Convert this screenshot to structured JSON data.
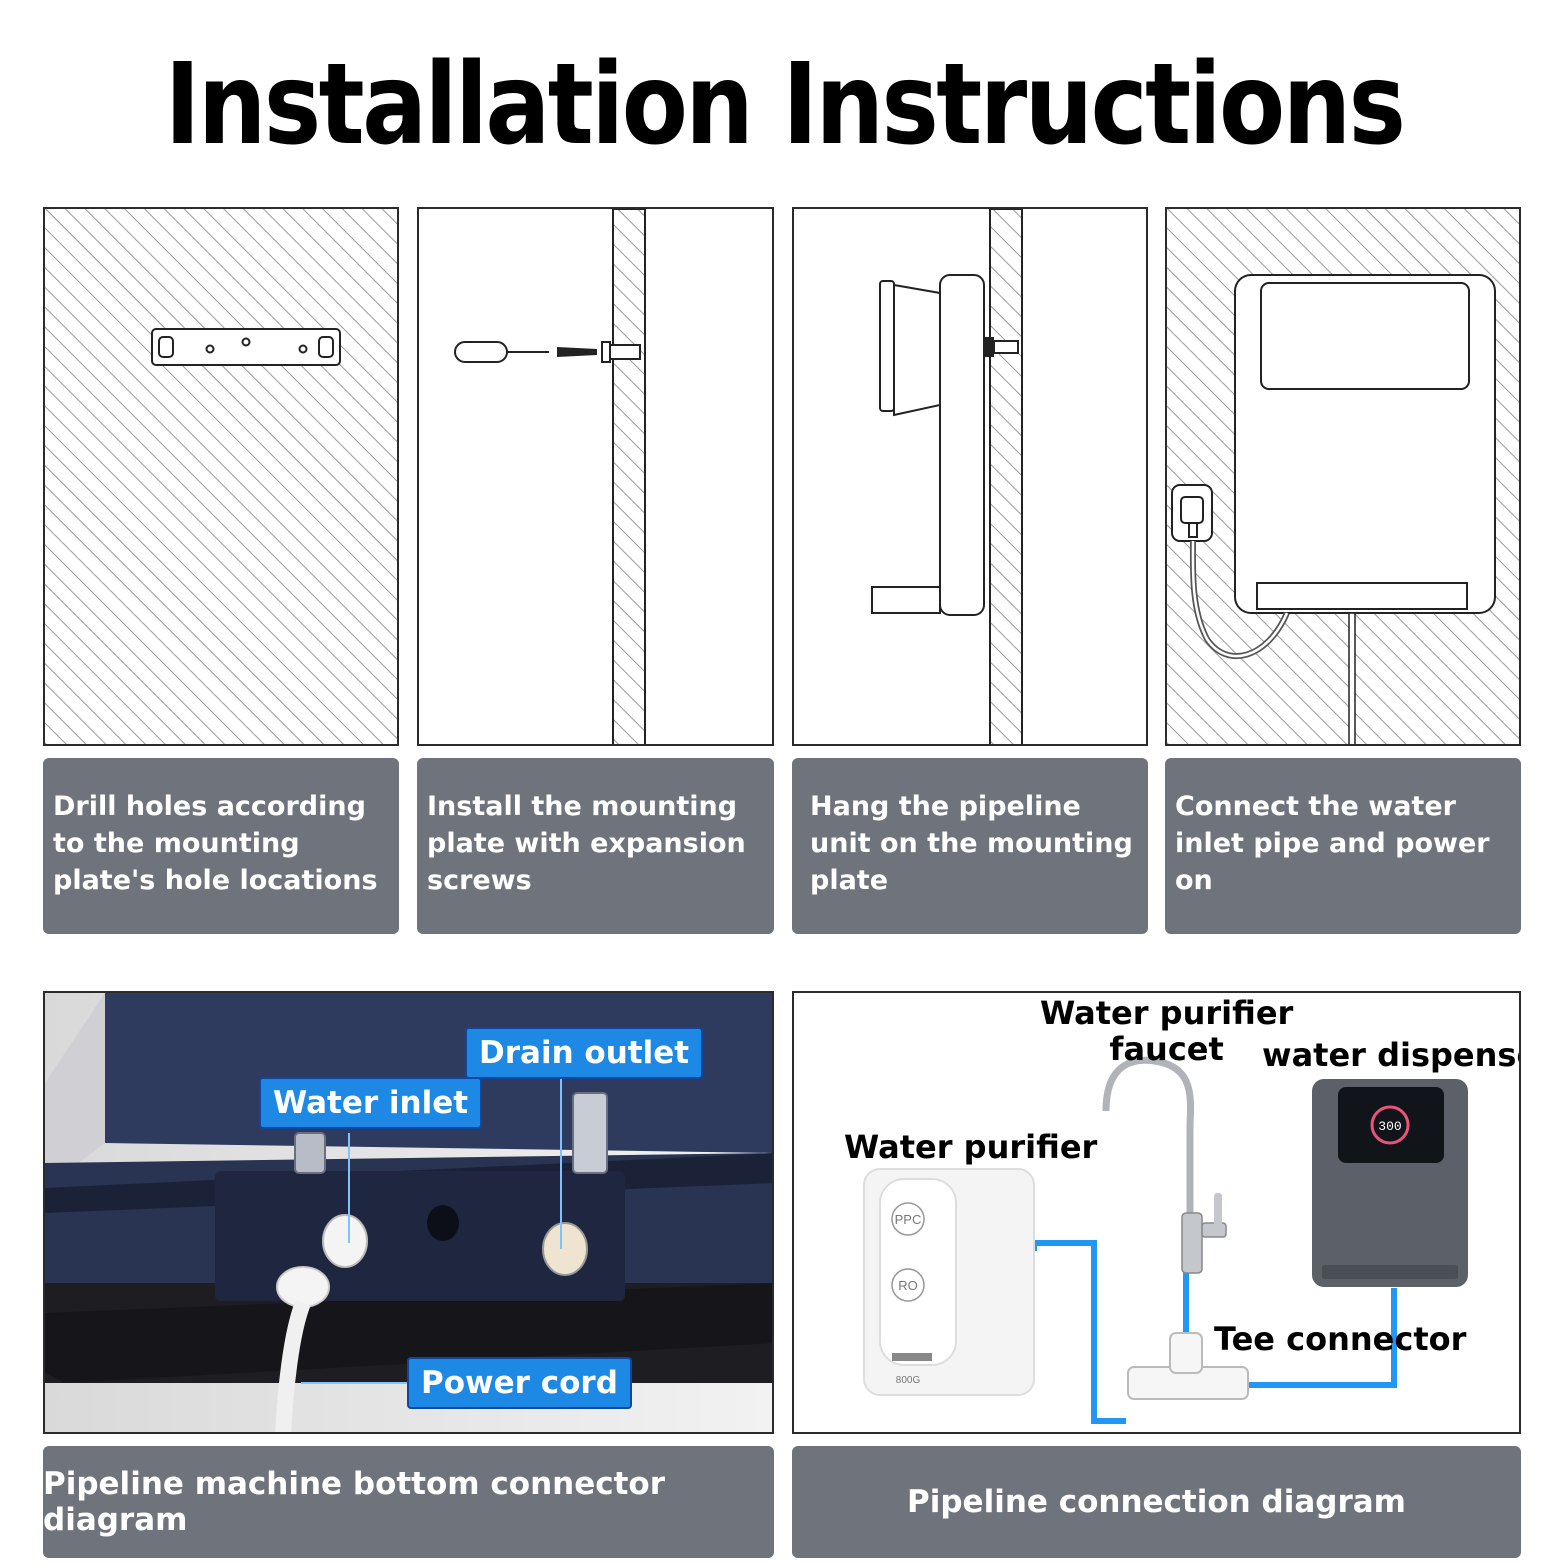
{
  "title": "Installation Instructions",
  "steps": [
    {
      "caption": "Drill holes according to the mounting plate's hole locations"
    },
    {
      "caption": "Install the mounting plate with expansion screws"
    },
    {
      "caption": "Hang the pipeline unit on the mounting plate"
    },
    {
      "caption": "Connect the water inlet pipe and power on"
    }
  ],
  "bottom_left": {
    "caption": "Pipeline machine bottom connector diagram",
    "labels": {
      "water_inlet": "Water inlet",
      "drain_outlet": "Drain outlet",
      "power_cord": "Power cord"
    }
  },
  "bottom_right": {
    "caption": "Pipeline connection diagram",
    "labels": {
      "faucet": "Water purifier\nfaucet",
      "dispenser": "water dispenser",
      "purifier": "Water purifier",
      "tee": "Tee connector"
    },
    "purifier_buttons": [
      "PPC",
      "RO"
    ],
    "purifier_model": "800G",
    "display_value": "300"
  },
  "colors": {
    "caption_bg": "#6f737b",
    "accent": "#1e88e5",
    "pipe": "#2196f3",
    "machine": "#2e3a5e"
  }
}
